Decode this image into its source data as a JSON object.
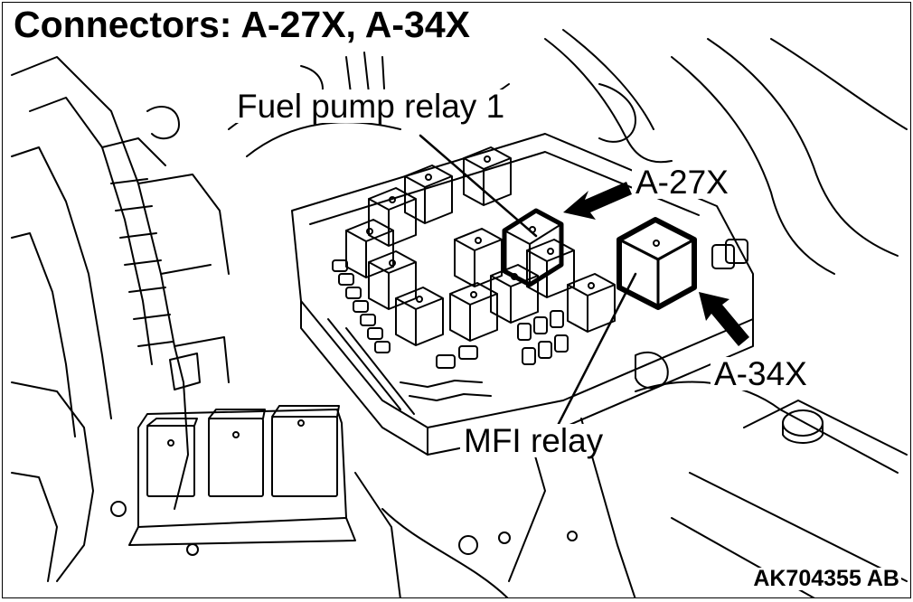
{
  "title": "Connectors: A-27X, A-34X",
  "labels": {
    "fuel_pump_relay": "Fuel pump relay 1",
    "a27x": "A-27X",
    "a34x": "A-34X",
    "mfi_relay": "MFI relay"
  },
  "figure_code": "AK704355 AB",
  "colors": {
    "line": "#000000",
    "background": "#ffffff",
    "highlight": "#000000"
  }
}
